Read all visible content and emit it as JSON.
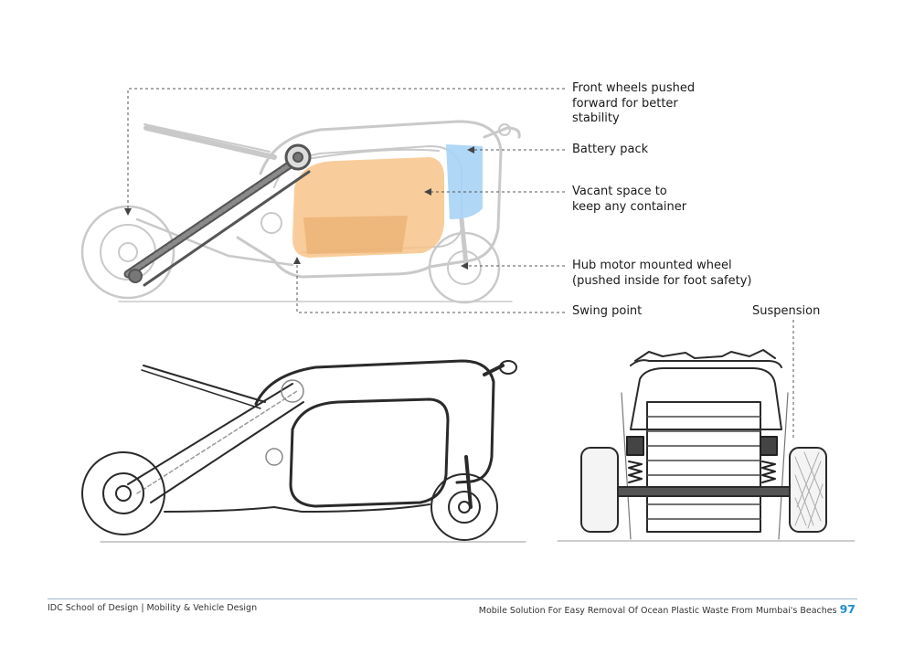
{
  "callouts": {
    "front_wheels": [
      "Front wheels pushed",
      "forward for better",
      "stability"
    ],
    "battery": "Battery pack",
    "vacant_space": [
      "Vacant space to",
      "keep any container"
    ],
    "hub_motor": [
      "Hub motor mounted wheel",
      "(pushed inside for foot safety)"
    ],
    "swing_point": "Swing point",
    "suspension": "Suspension"
  },
  "colors": {
    "battery_fill": "#a9d3f5",
    "vacant_fill": "#f7c48a",
    "leader_line": "#555555",
    "page_number": "#1d8fc9"
  },
  "footer": {
    "left": "IDC School of Design | Mobility & Vehicle Design",
    "right": "Mobile Solution For Easy Removal Of Ocean Plastic Waste From Mumbai's Beaches",
    "page_number": "97"
  }
}
